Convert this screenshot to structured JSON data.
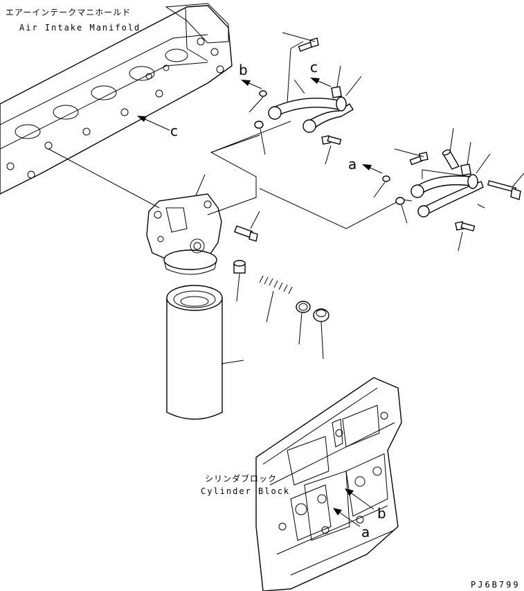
{
  "labels": {
    "manifold_jp": "エアーインテークマニホールド",
    "manifold_en": "Air Intake Manifold",
    "block_jp": "シリンダブロック",
    "block_en": "Cylinder Block",
    "ref_a": "a",
    "ref_b": "b",
    "ref_c": "c",
    "drawing_code": "PJ6B799"
  }
}
